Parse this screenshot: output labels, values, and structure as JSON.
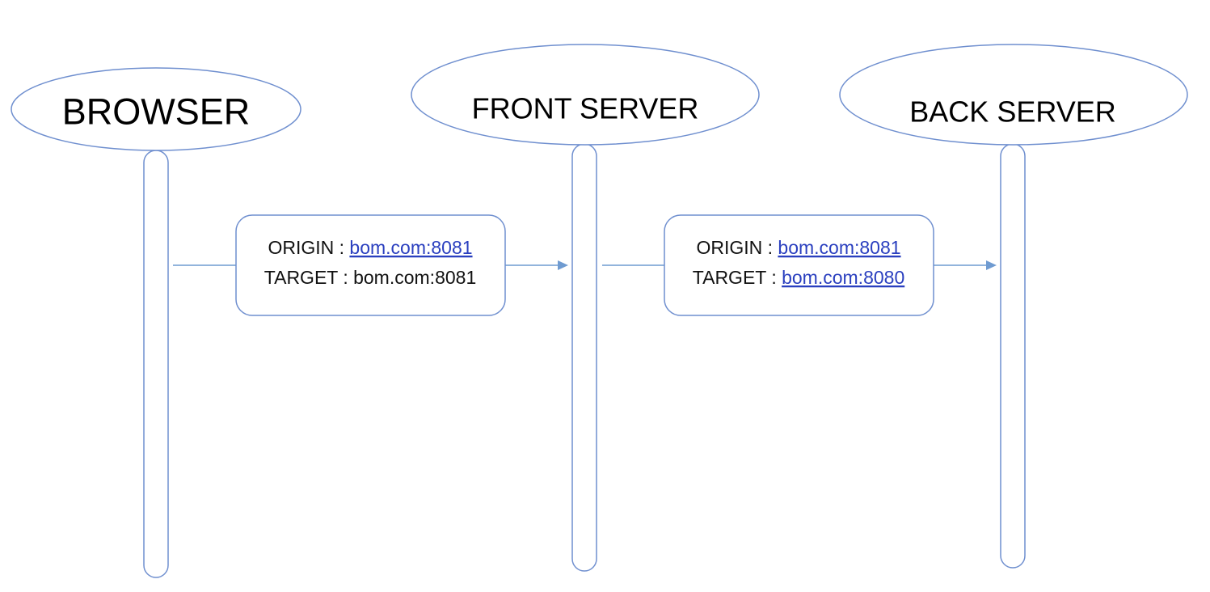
{
  "nodes": [
    {
      "id": "browser",
      "label": "BROWSER"
    },
    {
      "id": "front",
      "label": "FRONT SERVER"
    },
    {
      "id": "back",
      "label": "BACK SERVER"
    }
  ],
  "messages": [
    {
      "from": "browser",
      "to": "front",
      "origin_label": "ORIGIN : ",
      "origin_value": "bom.com:8081",
      "origin_is_link": true,
      "target_label": "TARGET : ",
      "target_value": "bom.com:8081",
      "target_is_link": false
    },
    {
      "from": "front",
      "to": "back",
      "origin_label": "ORIGIN : ",
      "origin_value": "bom.com:8081",
      "origin_is_link": true,
      "target_label": "TARGET : ",
      "target_value": "bom.com:8080",
      "target_is_link": true
    }
  ],
  "colors": {
    "shape_stroke": "#6f8fcf",
    "arrow": "#6f9bd1",
    "link": "#2a3fbf",
    "text": "#111111"
  }
}
